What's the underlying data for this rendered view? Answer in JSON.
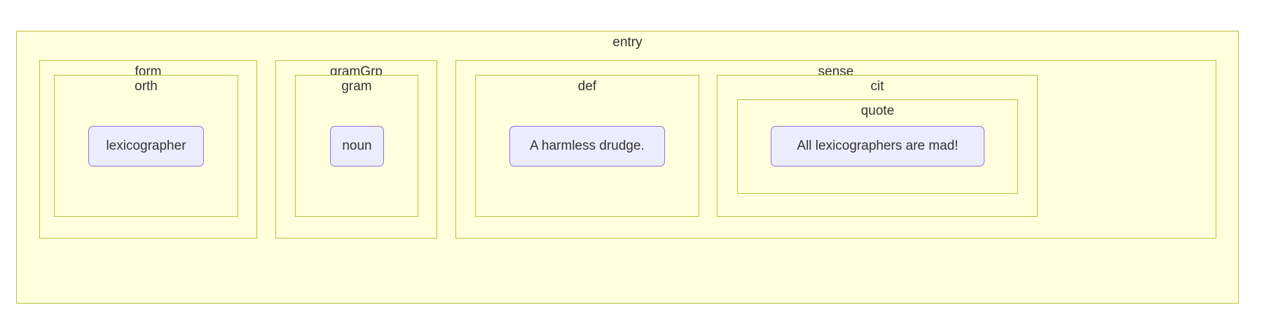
{
  "diagram": {
    "type": "nested-cluster-diagram",
    "background": "#ffffff",
    "colors": {
      "cluster_fill": "#ffffde",
      "cluster_border": "#bfbf3f",
      "node_fill": "#ececff",
      "node_border": "#9370db",
      "text": "#333333"
    },
    "clusters": {
      "entry": {
        "label": "entry"
      },
      "form": {
        "label": "form"
      },
      "gramGrp": {
        "label": "gramGrp"
      },
      "sense": {
        "label": "sense"
      },
      "orth": {
        "label": "orth"
      },
      "gram": {
        "label": "gram"
      },
      "def": {
        "label": "def"
      },
      "cit": {
        "label": "cit"
      },
      "quote": {
        "label": "quote"
      }
    },
    "nodes": {
      "orth_value": {
        "label": "lexicographer"
      },
      "gram_value": {
        "label": "noun"
      },
      "def_value": {
        "label": "A harmless drudge."
      },
      "quote_value": {
        "label": "All lexicographers are mad!"
      }
    }
  }
}
